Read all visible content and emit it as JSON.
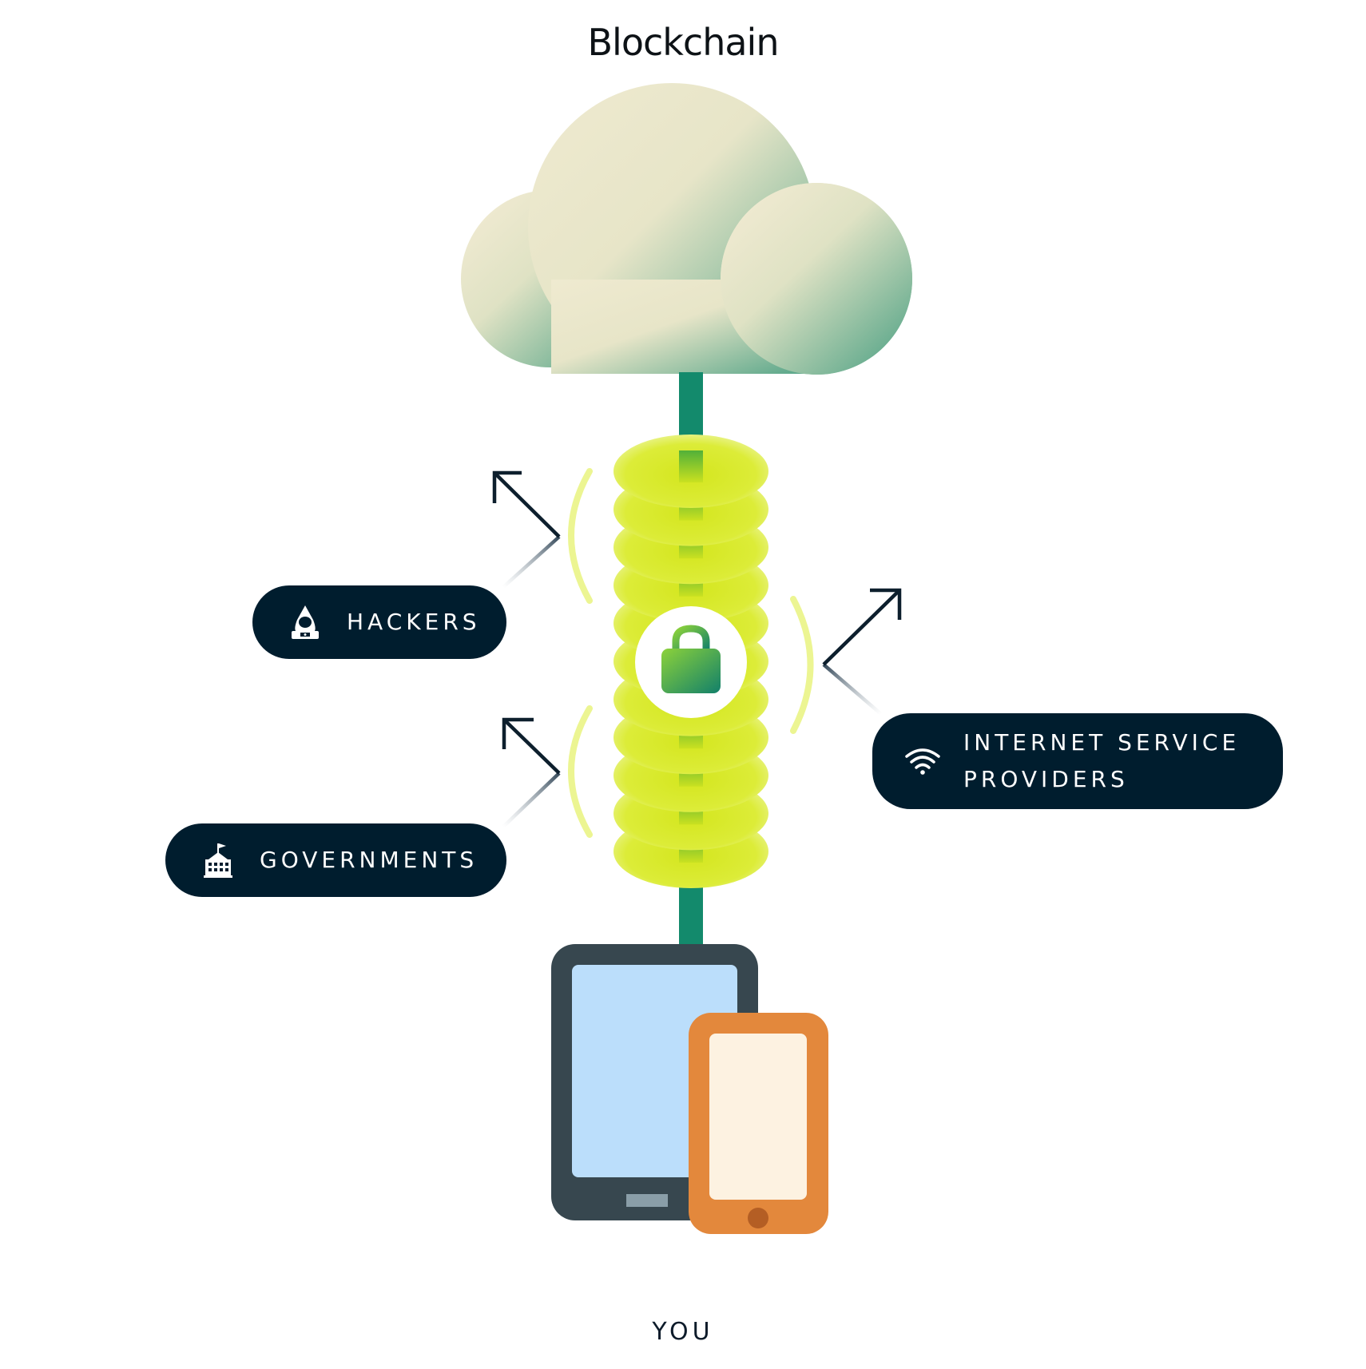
{
  "title": "Blockchain",
  "bottom_label": "YOU",
  "threats": [
    {
      "label": "HACKERS",
      "icon": "hacker-icon"
    },
    {
      "label": "GOVERNMENTS",
      "icon": "government-building-icon"
    },
    {
      "label": "INTERNET SERVICE PROVIDERS",
      "icon": "wifi-icon"
    }
  ],
  "colors": {
    "pill_background": "#001d2e",
    "connector": "#138a6c",
    "shield_disc": "#d9ea2a",
    "tablet_frame": "#37474f",
    "tablet_screen": "#bbdefb",
    "phone_frame": "#e3883c",
    "phone_screen": "#fdf2e1"
  }
}
